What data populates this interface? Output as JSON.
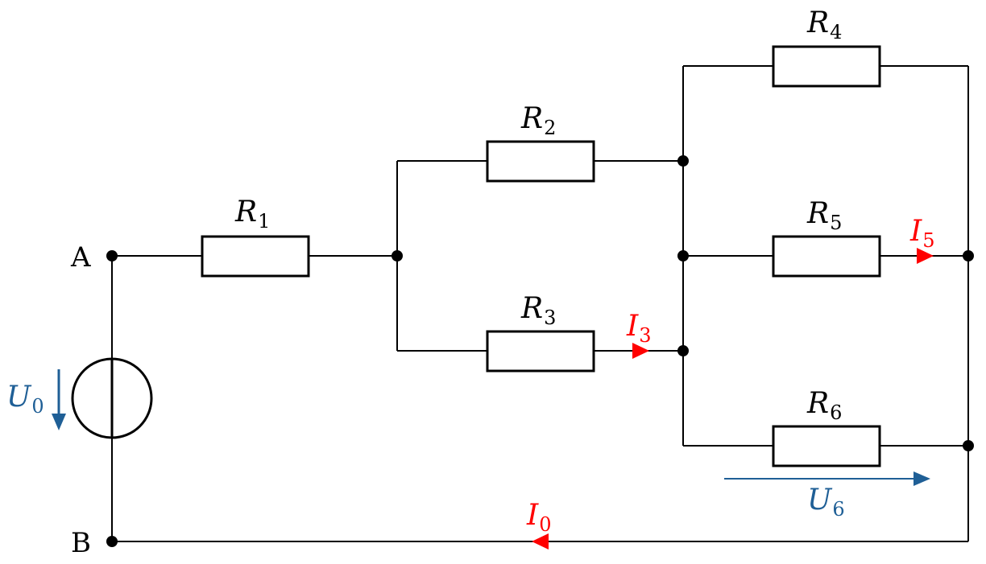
{
  "terminals": {
    "a": "A",
    "b": "B"
  },
  "resistors": [
    {
      "id": "r1",
      "symbol": "R",
      "index": "1"
    },
    {
      "id": "r2",
      "symbol": "R",
      "index": "2"
    },
    {
      "id": "r3",
      "symbol": "R",
      "index": "3"
    },
    {
      "id": "r4",
      "symbol": "R",
      "index": "4"
    },
    {
      "id": "r5",
      "symbol": "R",
      "index": "5"
    },
    {
      "id": "r6",
      "symbol": "R",
      "index": "6"
    }
  ],
  "currents": {
    "i0": {
      "symbol": "I",
      "index": "0"
    },
    "i3": {
      "symbol": "I",
      "index": "3"
    },
    "i5": {
      "symbol": "I",
      "index": "5"
    }
  },
  "voltages": {
    "u0": {
      "symbol": "U",
      "index": "0"
    },
    "u6": {
      "symbol": "U",
      "index": "6"
    }
  },
  "colors": {
    "current": "#ff0000",
    "voltage": "#1f5f96",
    "wire": "#000000"
  }
}
